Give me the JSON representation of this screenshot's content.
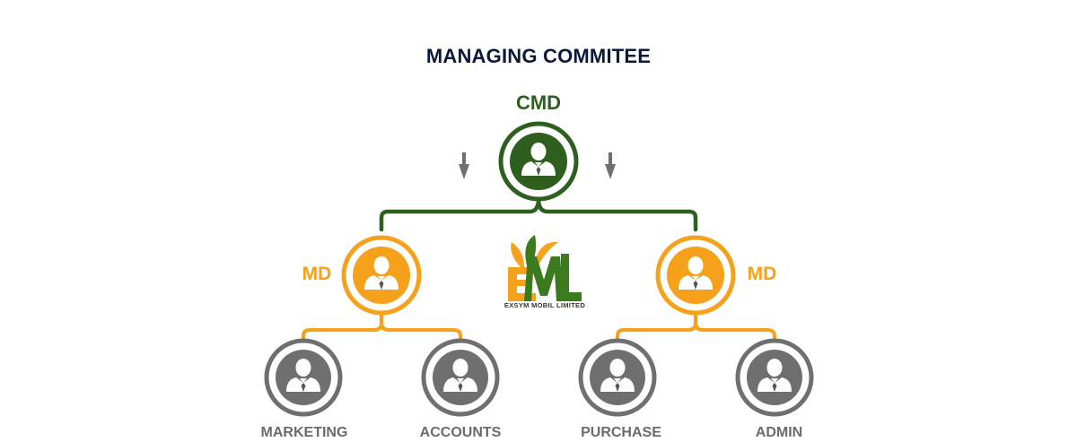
{
  "title": "MANAGING COMMITEE",
  "nodes": {
    "cmd": {
      "label": "CMD",
      "color": "#2f5f1f"
    },
    "md_left": {
      "label": "MD",
      "color": "#f5a11c"
    },
    "md_right": {
      "label": "MD",
      "color": "#f5a11c"
    },
    "departments": [
      {
        "label": "MARKETING"
      },
      {
        "label": "ACCOUNTS"
      },
      {
        "label": "PURCHASE"
      },
      {
        "label": "ADMIN"
      }
    ]
  },
  "logo": {
    "text": "EXSYM MOBIL LIMITED",
    "green": "#3c7a1e",
    "orange": "#f5a11c"
  },
  "colors": {
    "connector_top": "#2f5f1f",
    "connector_mid": "#f5a11c",
    "dept_gray": "#6f6f6f",
    "arrow_gray": "#6f6f6f"
  },
  "icons": {
    "person": "person-tie-icon",
    "arrow": "down-arrow-icon"
  }
}
